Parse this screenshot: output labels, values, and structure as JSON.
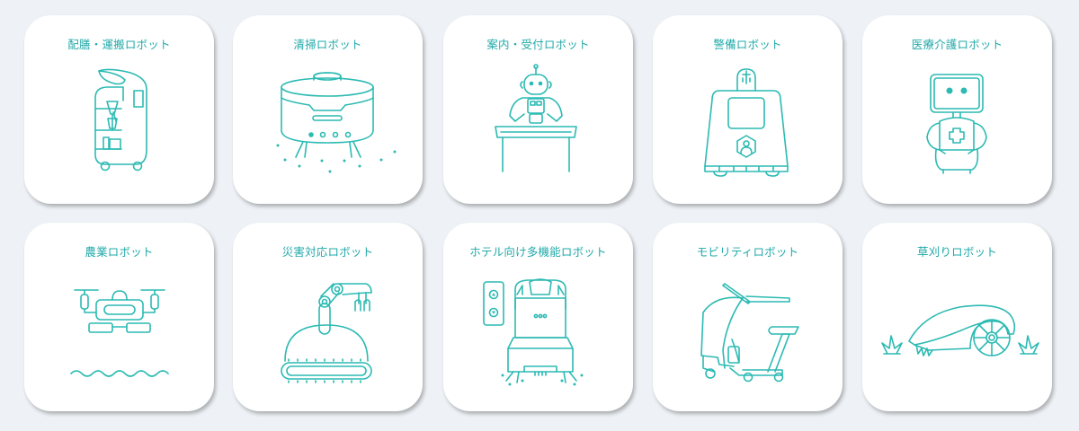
{
  "colors": {
    "background": "#eef2f6",
    "card": "#ffffff",
    "accent": "#2cbab3",
    "title_text": "#22a9a9"
  },
  "categories": [
    {
      "label": "配膳・運搬ロボット",
      "icon": "delivery-robot-icon"
    },
    {
      "label": "清掃ロボット",
      "icon": "cleaning-robot-icon"
    },
    {
      "label": "案内・受付ロボット",
      "icon": "reception-robot-icon"
    },
    {
      "label": "警備ロボット",
      "icon": "security-robot-icon"
    },
    {
      "label": "医療介護ロボット",
      "icon": "medical-care-robot-icon"
    },
    {
      "label": "農業ロボット",
      "icon": "agricultural-drone-icon"
    },
    {
      "label": "災害対応ロボット",
      "icon": "disaster-response-robot-icon"
    },
    {
      "label": "ホテル向け多機能ロボット",
      "icon": "hotel-robot-icon"
    },
    {
      "label": "モビリティロボット",
      "icon": "mobility-robot-icon"
    },
    {
      "label": "草刈りロボット",
      "icon": "lawn-mower-robot-icon"
    }
  ]
}
